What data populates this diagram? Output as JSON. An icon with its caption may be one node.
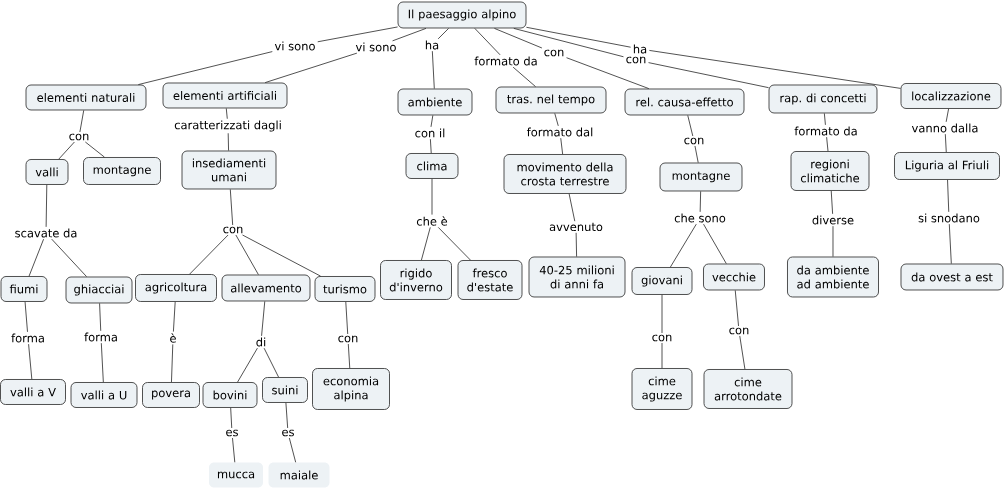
{
  "diagram": {
    "nodes": [
      {
        "text": [
          "Il paesaggio alpino"
        ]
      },
      {
        "text": [
          "vi sono"
        ]
      },
      {
        "text": [
          "vi sono"
        ]
      },
      {
        "text": [
          "ha"
        ]
      },
      {
        "text": [
          "formato da"
        ]
      },
      {
        "text": [
          "con"
        ]
      },
      {
        "text": [
          "ha"
        ]
      },
      {
        "text": [
          "con"
        ]
      },
      {
        "text": [
          "elementi naturali"
        ]
      },
      {
        "text": [
          "elementi artificiali"
        ]
      },
      {
        "text": [
          "ambiente"
        ]
      },
      {
        "text": [
          "tras. nel tempo"
        ]
      },
      {
        "text": [
          "rel. causa-effetto"
        ]
      },
      {
        "text": [
          "rap. di concetti"
        ]
      },
      {
        "text": [
          "localizzazione"
        ]
      },
      {
        "text": [
          "con"
        ]
      },
      {
        "text": [
          "caratterizzati dagli"
        ]
      },
      {
        "text": [
          "con il"
        ]
      },
      {
        "text": [
          "formato dal"
        ]
      },
      {
        "text": [
          "con"
        ]
      },
      {
        "text": [
          "formato da"
        ]
      },
      {
        "text": [
          "vanno dalla"
        ]
      },
      {
        "text": [
          "valli"
        ]
      },
      {
        "text": [
          "montagne"
        ]
      },
      {
        "text": [
          "insediamenti umani"
        ]
      },
      {
        "text": [
          "clima"
        ]
      },
      {
        "text": [
          "movimento della crosta terrestre"
        ]
      },
      {
        "text": [
          "montagne"
        ]
      },
      {
        "text": [
          "regioni climatiche"
        ]
      },
      {
        "text": [
          "Liguria al Friuli"
        ]
      },
      {
        "text": [
          "scavate da"
        ]
      },
      {
        "text": [
          "con"
        ]
      },
      {
        "text": [
          "che è"
        ]
      },
      {
        "text": [
          "avvenuto"
        ]
      },
      {
        "text": [
          "che sono"
        ]
      },
      {
        "text": [
          "diverse"
        ]
      },
      {
        "text": [
          "si snodano"
        ]
      },
      {
        "text": [
          "fiumi"
        ]
      },
      {
        "text": [
          "ghiacciai"
        ]
      },
      {
        "text": [
          "agricoltura"
        ]
      },
      {
        "text": [
          "allevamento"
        ]
      },
      {
        "text": [
          "turismo"
        ]
      },
      {
        "text": [
          "rigido d'inverno"
        ]
      },
      {
        "text": [
          "fresco d'estate"
        ]
      },
      {
        "text": [
          "40-25 milioni di anni fa"
        ]
      },
      {
        "text": [
          "giovani"
        ]
      },
      {
        "text": [
          "vecchie"
        ]
      },
      {
        "text": [
          "da ambiente ad ambiente"
        ]
      },
      {
        "text": [
          "da ovest a est"
        ]
      },
      {
        "text": [
          "forma"
        ]
      },
      {
        "text": [
          "forma"
        ]
      },
      {
        "text": [
          "è"
        ]
      },
      {
        "text": [
          "di"
        ]
      },
      {
        "text": [
          "con"
        ]
      },
      {
        "text": [
          "con"
        ]
      },
      {
        "text": [
          "con"
        ]
      },
      {
        "text": [
          "valli a V"
        ]
      },
      {
        "text": [
          "valli a U"
        ]
      },
      {
        "text": [
          "povera"
        ]
      },
      {
        "text": [
          "bovini"
        ]
      },
      {
        "text": [
          "suini"
        ]
      },
      {
        "text": [
          "economia alpina"
        ]
      },
      {
        "text": [
          "cime aguzze"
        ]
      },
      {
        "text": [
          "cime arrotondate"
        ]
      },
      {
        "text": [
          "es"
        ]
      },
      {
        "text": [
          "es"
        ]
      },
      {
        "text": [
          "mucca"
        ]
      },
      {
        "text": [
          "maiale"
        ]
      }
    ],
    "edges": [
      {
        "from": 0,
        "to": 1,
        "arrow": "none"
      },
      {
        "from": 1,
        "to": 8,
        "arrow": "none"
      },
      {
        "from": 0,
        "to": 2,
        "arrow": "none"
      },
      {
        "from": 2,
        "to": 9,
        "arrow": "none"
      },
      {
        "from": 0,
        "to": 3,
        "arrow": "none"
      },
      {
        "from": 3,
        "to": 10,
        "arrow": "none"
      },
      {
        "from": 0,
        "to": 4,
        "arrow": "none"
      },
      {
        "from": 4,
        "to": 11,
        "arrow": "none"
      },
      {
        "from": 0,
        "to": 5,
        "arrow": "none"
      },
      {
        "from": 5,
        "to": 12,
        "arrow": "none"
      },
      {
        "from": 0,
        "to": 6,
        "arrow": "none"
      },
      {
        "from": 6,
        "to": 14,
        "arrow": "none"
      },
      {
        "from": 0,
        "to": 7,
        "arrow": "none"
      },
      {
        "from": 7,
        "to": 13,
        "arrow": "none"
      },
      {
        "from": 8,
        "to": 15,
        "arrow": "none"
      },
      {
        "from": 15,
        "to": 22,
        "arrow": "none"
      },
      {
        "from": 15,
        "to": 23,
        "arrow": "none"
      },
      {
        "from": 9,
        "to": 16,
        "arrow": "none"
      },
      {
        "from": 16,
        "to": 24,
        "arrow": "none"
      },
      {
        "from": 10,
        "to": 17,
        "arrow": "none"
      },
      {
        "from": 17,
        "to": 25,
        "arrow": "none"
      },
      {
        "from": 11,
        "to": 18,
        "arrow": "none"
      },
      {
        "from": 18,
        "to": 26,
        "arrow": "none"
      },
      {
        "from": 12,
        "to": 19,
        "arrow": "none"
      },
      {
        "from": 19,
        "to": 27,
        "arrow": "none"
      },
      {
        "from": 13,
        "to": 20,
        "arrow": "none"
      },
      {
        "from": 20,
        "to": 28,
        "arrow": "none"
      },
      {
        "from": 14,
        "to": 21,
        "arrow": "none"
      },
      {
        "from": 21,
        "to": 29,
        "arrow": "none"
      },
      {
        "from": 22,
        "to": 30,
        "arrow": "none"
      },
      {
        "from": 30,
        "to": 37,
        "arrow": "none"
      },
      {
        "from": 30,
        "to": 38,
        "arrow": "none"
      },
      {
        "from": 24,
        "to": 31,
        "arrow": "none"
      },
      {
        "from": 31,
        "to": 39,
        "arrow": "none"
      },
      {
        "from": 31,
        "to": 40,
        "arrow": "none"
      },
      {
        "from": 31,
        "to": 41,
        "arrow": "none"
      },
      {
        "from": 25,
        "to": 32,
        "arrow": "none"
      },
      {
        "from": 32,
        "to": 42,
        "arrow": "none"
      },
      {
        "from": 32,
        "to": 43,
        "arrow": "none"
      },
      {
        "from": 26,
        "to": 33,
        "arrow": "none"
      },
      {
        "from": 33,
        "to": 44,
        "arrow": "none"
      },
      {
        "from": 27,
        "to": 34,
        "arrow": "none"
      },
      {
        "from": 34,
        "to": 45,
        "arrow": "none"
      },
      {
        "from": 34,
        "to": 46,
        "arrow": "none"
      },
      {
        "from": 28,
        "to": 35,
        "arrow": "none"
      },
      {
        "from": 35,
        "to": 47,
        "arrow": "none"
      },
      {
        "from": 29,
        "to": 36,
        "arrow": "none"
      },
      {
        "from": 36,
        "to": 48,
        "arrow": "none"
      },
      {
        "from": 37,
        "to": 49,
        "arrow": "none"
      },
      {
        "from": 49,
        "to": 56,
        "arrow": "none"
      },
      {
        "from": 38,
        "to": 50,
        "arrow": "none"
      },
      {
        "from": 50,
        "to": 57,
        "arrow": "none"
      },
      {
        "from": 39,
        "to": 51,
        "arrow": "none"
      },
      {
        "from": 51,
        "to": 58,
        "arrow": "none"
      },
      {
        "from": 40,
        "to": 52,
        "arrow": "none"
      },
      {
        "from": 52,
        "to": 59,
        "arrow": "none"
      },
      {
        "from": 52,
        "to": 60,
        "arrow": "none"
      },
      {
        "from": 41,
        "to": 53,
        "arrow": "none"
      },
      {
        "from": 53,
        "to": 61,
        "arrow": "none"
      },
      {
        "from": 45,
        "to": 54,
        "arrow": "none"
      },
      {
        "from": 54,
        "to": 62,
        "arrow": "none"
      },
      {
        "from": 46,
        "to": 55,
        "arrow": "none"
      },
      {
        "from": 55,
        "to": 63,
        "arrow": "none"
      },
      {
        "from": 59,
        "to": 64,
        "arrow": "none"
      },
      {
        "from": 64,
        "to": 66,
        "arrow": "none"
      },
      {
        "from": 60,
        "to": 65,
        "arrow": "none"
      },
      {
        "from": 65,
        "to": 67,
        "arrow": "none"
      }
    ]
  }
}
